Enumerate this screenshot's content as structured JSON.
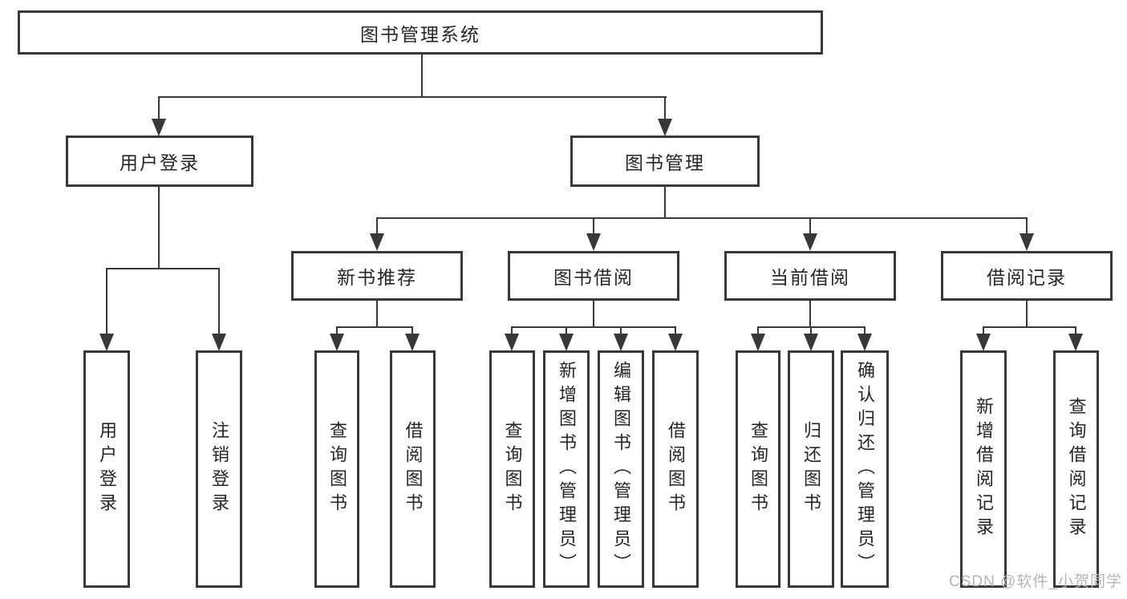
{
  "colors": {
    "line": "#383838",
    "box_border": "#383838",
    "text": "#262626",
    "background": "#ffffff",
    "watermark": "#b5b5b5"
  },
  "tree": {
    "label": "图书管理系统",
    "children": [
      {
        "label": "用户登录",
        "children": [
          {
            "label": "用户登录"
          },
          {
            "label": "注销登录"
          }
        ]
      },
      {
        "label": "图书管理",
        "children": [
          {
            "label": "新书推荐",
            "children": [
              {
                "label": "查询图书"
              },
              {
                "label": "借阅图书"
              }
            ]
          },
          {
            "label": "图书借阅",
            "children": [
              {
                "label": "查询图书"
              },
              {
                "label": "新增图书（管理员）"
              },
              {
                "label": "编辑图书（管理员）"
              },
              {
                "label": "借阅图书"
              }
            ]
          },
          {
            "label": "当前借阅",
            "children": [
              {
                "label": "查询图书"
              },
              {
                "label": "归还图书"
              },
              {
                "label": "确认归还（管理员）"
              }
            ]
          },
          {
            "label": "借阅记录",
            "children": [
              {
                "label": "新增借阅记录"
              },
              {
                "label": "查询借阅记录"
              }
            ]
          }
        ]
      }
    ]
  },
  "watermark": "CSDN @软件_小贺同学"
}
